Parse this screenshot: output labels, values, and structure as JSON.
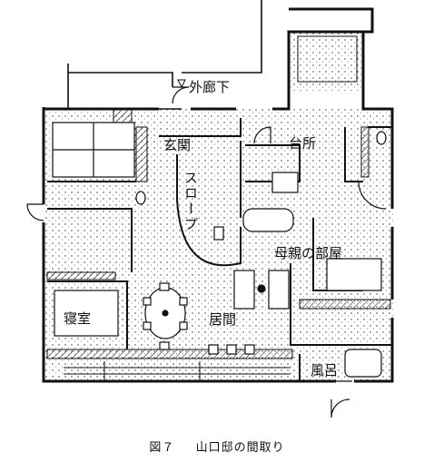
{
  "rooms": {
    "outer_corridor": "外廊下",
    "entrance": "玄関",
    "slope": "スロープ",
    "kitchen": "台所",
    "mothers_room": "母親の部屋",
    "bedroom": "寝室",
    "living": "居間",
    "bath": "風呂"
  },
  "caption": {
    "figure_number": "図７",
    "title": "山口邸の間取り"
  },
  "colors": {
    "ink": "#111111",
    "paper": "#ffffff"
  }
}
